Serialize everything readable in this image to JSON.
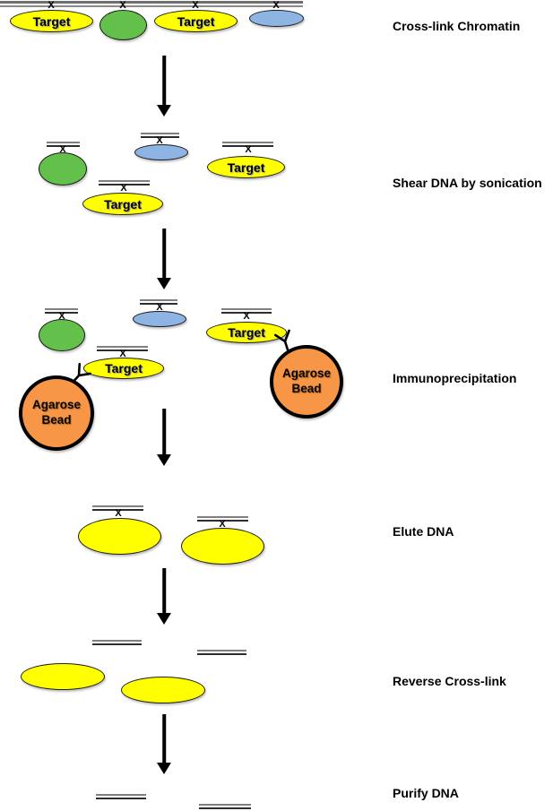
{
  "steps": [
    {
      "label": "Cross-link Chromatin"
    },
    {
      "label": "Shear DNA by sonication"
    },
    {
      "label": "Immunoprecipitation"
    },
    {
      "label": "Elute DNA"
    },
    {
      "label": "Reverse Cross-link"
    },
    {
      "label": "Purify DNA"
    }
  ],
  "shapes": {
    "target_label": "Target",
    "bead_label_line1": "Agarose",
    "bead_label_line2": "Bead",
    "crosslink_mark": "X"
  },
  "icons": {
    "antibody": "antibody-y-icon",
    "arrow": "down-arrow-icon",
    "dna": "dna-double-line"
  },
  "colors": {
    "target_yellow": "#FFFF00",
    "protein_green": "#63C04A",
    "protein_blue": "#8DB4E2",
    "bead_orange": "#F79646",
    "dna_gray": "#7F7F7F",
    "outline_black": "#000000"
  }
}
